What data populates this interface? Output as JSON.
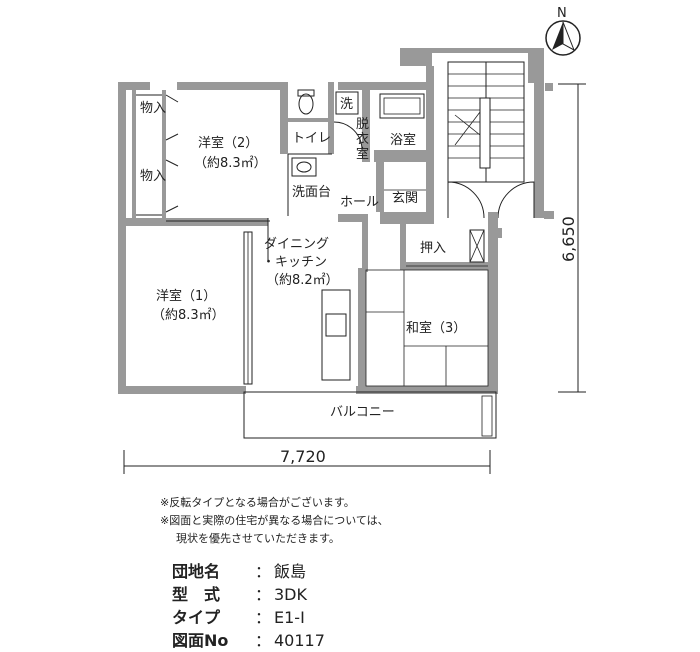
{
  "compass": {
    "label": "N"
  },
  "rooms": {
    "western2": {
      "name": "洋室（2）",
      "area": "（約8.3㎡）"
    },
    "western1": {
      "name": "洋室（1）",
      "area": "（約8.3㎡）"
    },
    "dining": {
      "line1": "ダイニング",
      "line2": "・キッチン",
      "area": "（約8.2㎡）"
    },
    "japanese": {
      "name": "和室（3）"
    },
    "storage_a": "物入",
    "storage_b": "物入",
    "toilet": "トイレ",
    "laundry": "洗",
    "dressing": [
      "脱",
      "衣",
      "室"
    ],
    "bath": "浴室",
    "washbasin": "洗面台",
    "hall": "ホール",
    "entrance": "玄関",
    "closet": "押入",
    "balcony": "バルコニー"
  },
  "dimensions": {
    "width": "7,720",
    "depth": "6,650"
  },
  "notes": [
    "※反転タイプとなる場合がございます。",
    "※図面と実際の住宅が異なる場合については、",
    "現状を優先させていただきます。"
  ],
  "info": [
    {
      "key": "団地名",
      "value": "飯島"
    },
    {
      "key": "型　式",
      "value": "3DK"
    },
    {
      "key": "タイプ",
      "value": "E1-I"
    },
    {
      "key": "図面No",
      "value": "40117"
    }
  ]
}
